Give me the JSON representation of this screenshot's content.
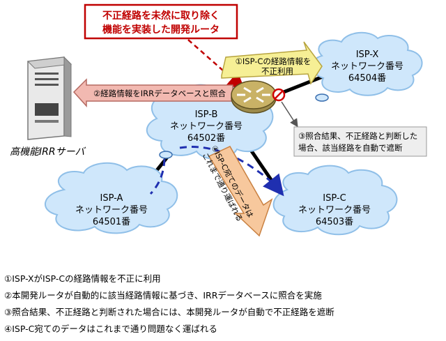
{
  "colors": {
    "cloud_fill": "#cfe7fb",
    "cloud_stroke": "#8fbfe8",
    "callout_border": "#c00000",
    "callout_text": "#c00000",
    "step1_fill": "#f6ef95",
    "step2_fill": "#f2b9b1",
    "step3_fill": "#eeeeee",
    "step4_fill": "#f7c89d",
    "path_blue": "#1f2fb0"
  },
  "callout": {
    "line1": "不正経路を未然に取り除く",
    "line2": "機能を実装した開発ルータ"
  },
  "server_label": "高機能IRRサーバ",
  "nodes": {
    "isp_b": {
      "name": "ISP-B",
      "sub": "ネットワーク番号",
      "num": "64502番"
    },
    "isp_x": {
      "name": "ISP-X",
      "sub": "ネットワーク番号",
      "num": "64504番"
    },
    "isp_a": {
      "name": "ISP-A",
      "sub": "ネットワーク番号",
      "num": "64501番"
    },
    "isp_c": {
      "name": "ISP-C",
      "sub": "ネットワーク番号",
      "num": "64503番"
    }
  },
  "steps": {
    "s1_line1": "①ISP-Cの経路情報を",
    "s1_line2": "不正利用",
    "s2": "②経路情報をIRRデータベースと照合",
    "s3_line1": "③照合結果、不正経路と判断した",
    "s3_line2": "場合、該当経路を自動で遮断",
    "s4_line1": "④ISP-C宛てのデータは",
    "s4_line2": "これまで通り運ばれる"
  },
  "notes": [
    "①ISP-XがISP-Cの経路情報を不正に利用",
    "②本開発ルータが自動的に該当経路情報に基づき、IRRデータベースに照合を実施",
    "③照合結果、不正経路と判断された場合には、本開発ルータが自動で不正経路を遮断",
    "④ISP-C宛てのデータはこれまで通り問題なく運ばれる"
  ]
}
